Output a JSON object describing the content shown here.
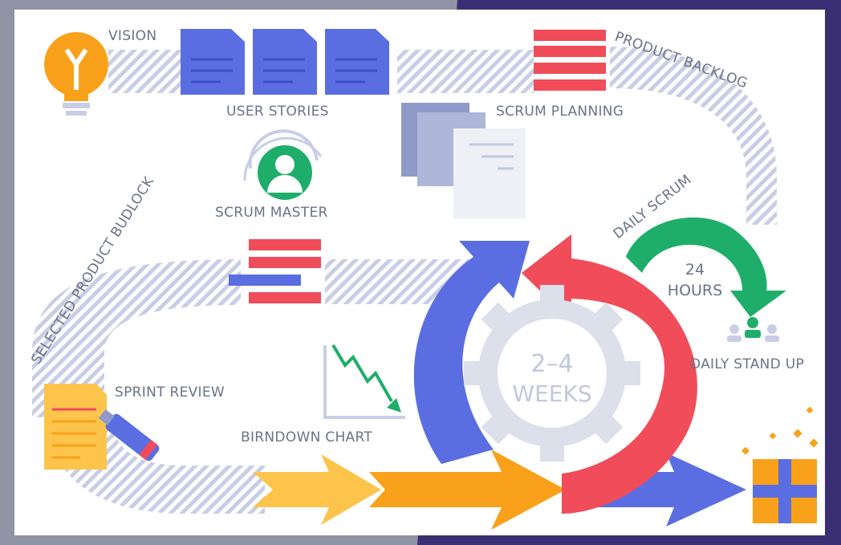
{
  "diagram": {
    "labels": {
      "vision": "VISION",
      "user_stories": "USER STORIES",
      "product_backlog": "PRODUCT BACKLOG",
      "scrum_planning": "SCRUM PLANNING",
      "scrum_master": "SCRUM MASTER",
      "daily_scrum": "DAILY SCRUM",
      "selected_product_budlock": "SELECTED PRODUCT BUDLOCK",
      "hours_value": "24",
      "hours_unit": "HOURS",
      "daily_stand_up": "DAILY STAND UP",
      "sprint_review": "SPRINT REVIEW",
      "birndown_chart": "BIRNDOWN CHART",
      "sprint_length": "2–4",
      "sprint_unit": "WEEKS"
    },
    "colors": {
      "blue": "#5b6ee1",
      "red": "#f04c5a",
      "green": "#1fae6a",
      "orange": "#f9a11b",
      "yellow": "#fcc44b",
      "stripe": "#c9cee6",
      "gear": "#dbe0ea"
    },
    "icons": [
      "lightbulb-icon",
      "document-icon",
      "list-icon",
      "person-icon",
      "gear-icon",
      "chart-icon",
      "marker-icon",
      "gift-icon"
    ]
  }
}
